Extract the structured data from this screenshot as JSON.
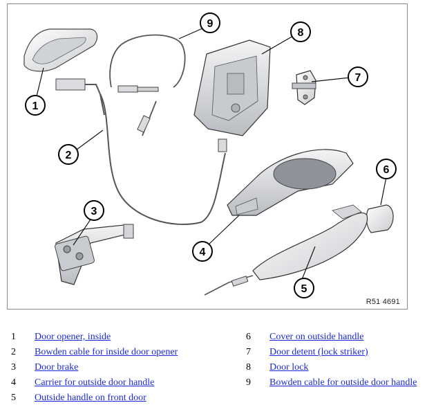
{
  "figure": {
    "code": "R51 4691",
    "callouts": [
      "1",
      "2",
      "3",
      "4",
      "5",
      "6",
      "7",
      "8",
      "9"
    ]
  },
  "legend": [
    {
      "num": "1",
      "label": "Door opener, inside"
    },
    {
      "num": "2",
      "label": "Bowden cable for inside door opener"
    },
    {
      "num": "3",
      "label": "Door brake"
    },
    {
      "num": "4",
      "label": "Carrier for outside door handle"
    },
    {
      "num": "5",
      "label": "Outside handle on front door"
    },
    {
      "num": "6",
      "label": "Cover on outside handle"
    },
    {
      "num": "7",
      "label": "Door detent (lock striker)"
    },
    {
      "num": "8",
      "label": "Door lock"
    },
    {
      "num": "9",
      "label": "Bowden cable for outside door handle"
    }
  ],
  "colors": {
    "frame": "#8a8a8a",
    "part_fill": "#e9eaec",
    "part_stroke": "#3a3a3a",
    "link": "#1a2bd6"
  }
}
